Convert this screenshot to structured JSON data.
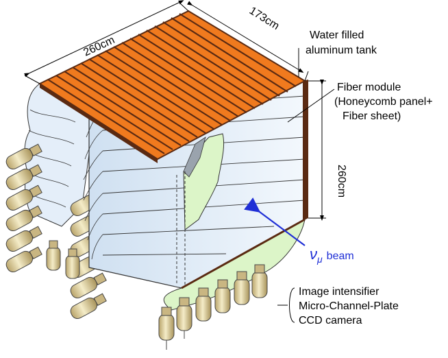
{
  "dimensions": {
    "width_label": "260cm",
    "depth_label": "173cm",
    "height_label": "260cm"
  },
  "labels": {
    "tank_line1": "Water filled",
    "tank_line2": "aluminum tank",
    "fiber_line1": "Fiber module",
    "fiber_line2": "(Honeycomb panel+",
    "fiber_line3": "Fiber sheet)",
    "beam_symbol": "ν",
    "beam_subscript": "μ",
    "beam_word": "beam",
    "readout_line1": "Image intensifier",
    "readout_line2": "Micro-Channel-Plate",
    "readout_line3": "CCD camera"
  },
  "colors": {
    "tank_top": "#f07a1e",
    "tank_frame": "#5a2a12",
    "fiber_panel": "#e9f2fb",
    "fiber_shade": "#c9dbee",
    "green_fill": "#dcf5c8",
    "camera_body": "#e8dcae",
    "camera_dark": "#b9a46a",
    "beam_arrow": "#1f2fd6"
  }
}
